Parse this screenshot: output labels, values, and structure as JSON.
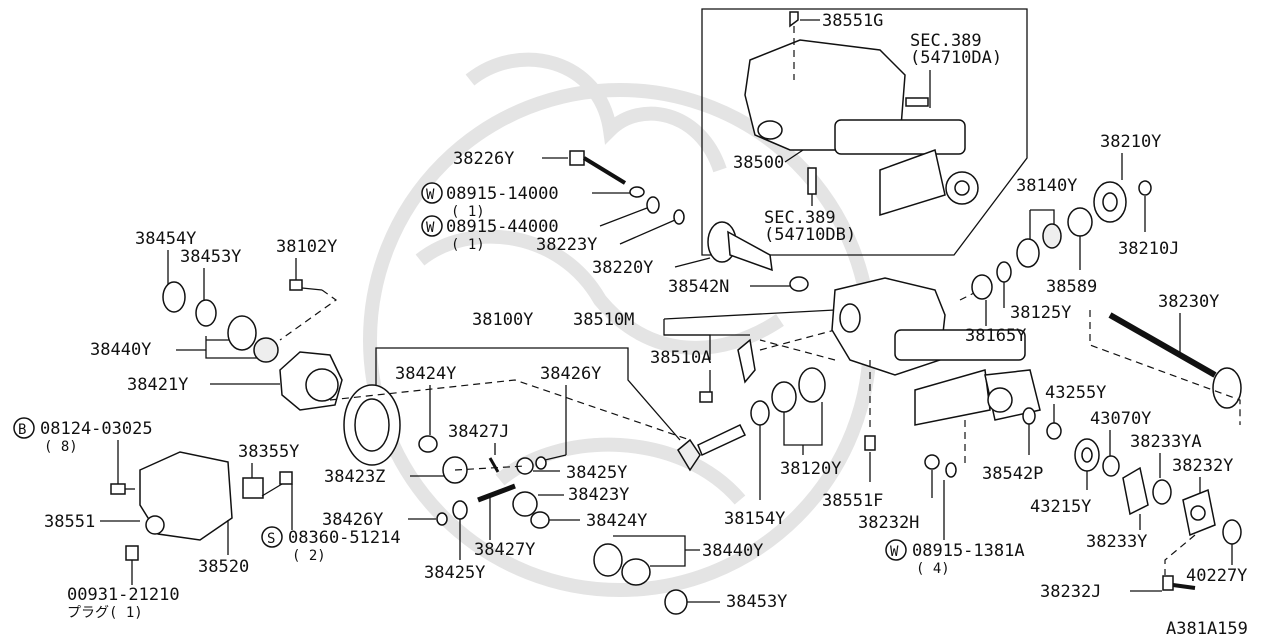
{
  "footer_code": "A381A159",
  "callouts": {
    "p38551G": "38551G",
    "sec389a": "SEC.389",
    "sec389a_num": "(54710DA)",
    "p38500": "38500",
    "sec389b": "SEC.389",
    "sec389b_num": "(54710DB)",
    "p38226Y": "38226Y",
    "w08915_14000": "08915-14000",
    "w08915_14000_qty": "( 1)",
    "w08915_44000": "08915-44000",
    "w08915_44000_qty": "( 1)",
    "p38223Y": "38223Y",
    "p38220Y": "38220Y",
    "p38542N": "38542N",
    "p38454Y": "38454Y",
    "p38453Y_a": "38453Y",
    "p38102Y": "38102Y",
    "p38440Y_a": "38440Y",
    "p38421Y": "38421Y",
    "b08124": "08124-03025",
    "b08124_qty": "( 8)",
    "p38355Y": "38355Y",
    "p38551": "38551",
    "s08360": "08360-51214",
    "s08360_qty": "( 2)",
    "p38520": "38520",
    "p00931": "00931-21210",
    "plug": "プラグ( 1)",
    "p38100Y": "38100Y",
    "p38424Y_a": "38424Y",
    "p38426Y_a": "38426Y",
    "p38427J": "38427J",
    "p38423Z": "38423Z",
    "p38425Y_a": "38425Y",
    "p38423Y": "38423Y",
    "p38426Y_b": "38426Y",
    "p38424Y_b": "38424Y",
    "p38427Y": "38427Y",
    "p38425Y_b": "38425Y",
    "p38440Y_b": "38440Y",
    "p38453Y_b": "38453Y",
    "p38510M": "38510M",
    "p38510A": "38510A",
    "p38120Y": "38120Y",
    "p38154Y": "38154Y",
    "p38551F": "38551F",
    "p38232H": "38232H",
    "w08915_1381A": "08915-1381A",
    "w08915_1381A_qty": "( 4)",
    "p38542P": "38542P",
    "p38140Y": "38140Y",
    "p38210Y": "38210Y",
    "p38210J": "38210J",
    "p38589": "38589",
    "p38125Y": "38125Y",
    "p38165Y": "38165Y",
    "p38230Y": "38230Y",
    "p43255Y": "43255Y",
    "p43070Y": "43070Y",
    "p38233YA": "38233YA",
    "p38232Y": "38232Y",
    "p43215Y": "43215Y",
    "p38233Y": "38233Y",
    "p40227Y": "40227Y",
    "p38232J": "38232J"
  },
  "symbols": {
    "washer_mark": "W",
    "bolt_mark": "B",
    "screw_mark": "S"
  }
}
